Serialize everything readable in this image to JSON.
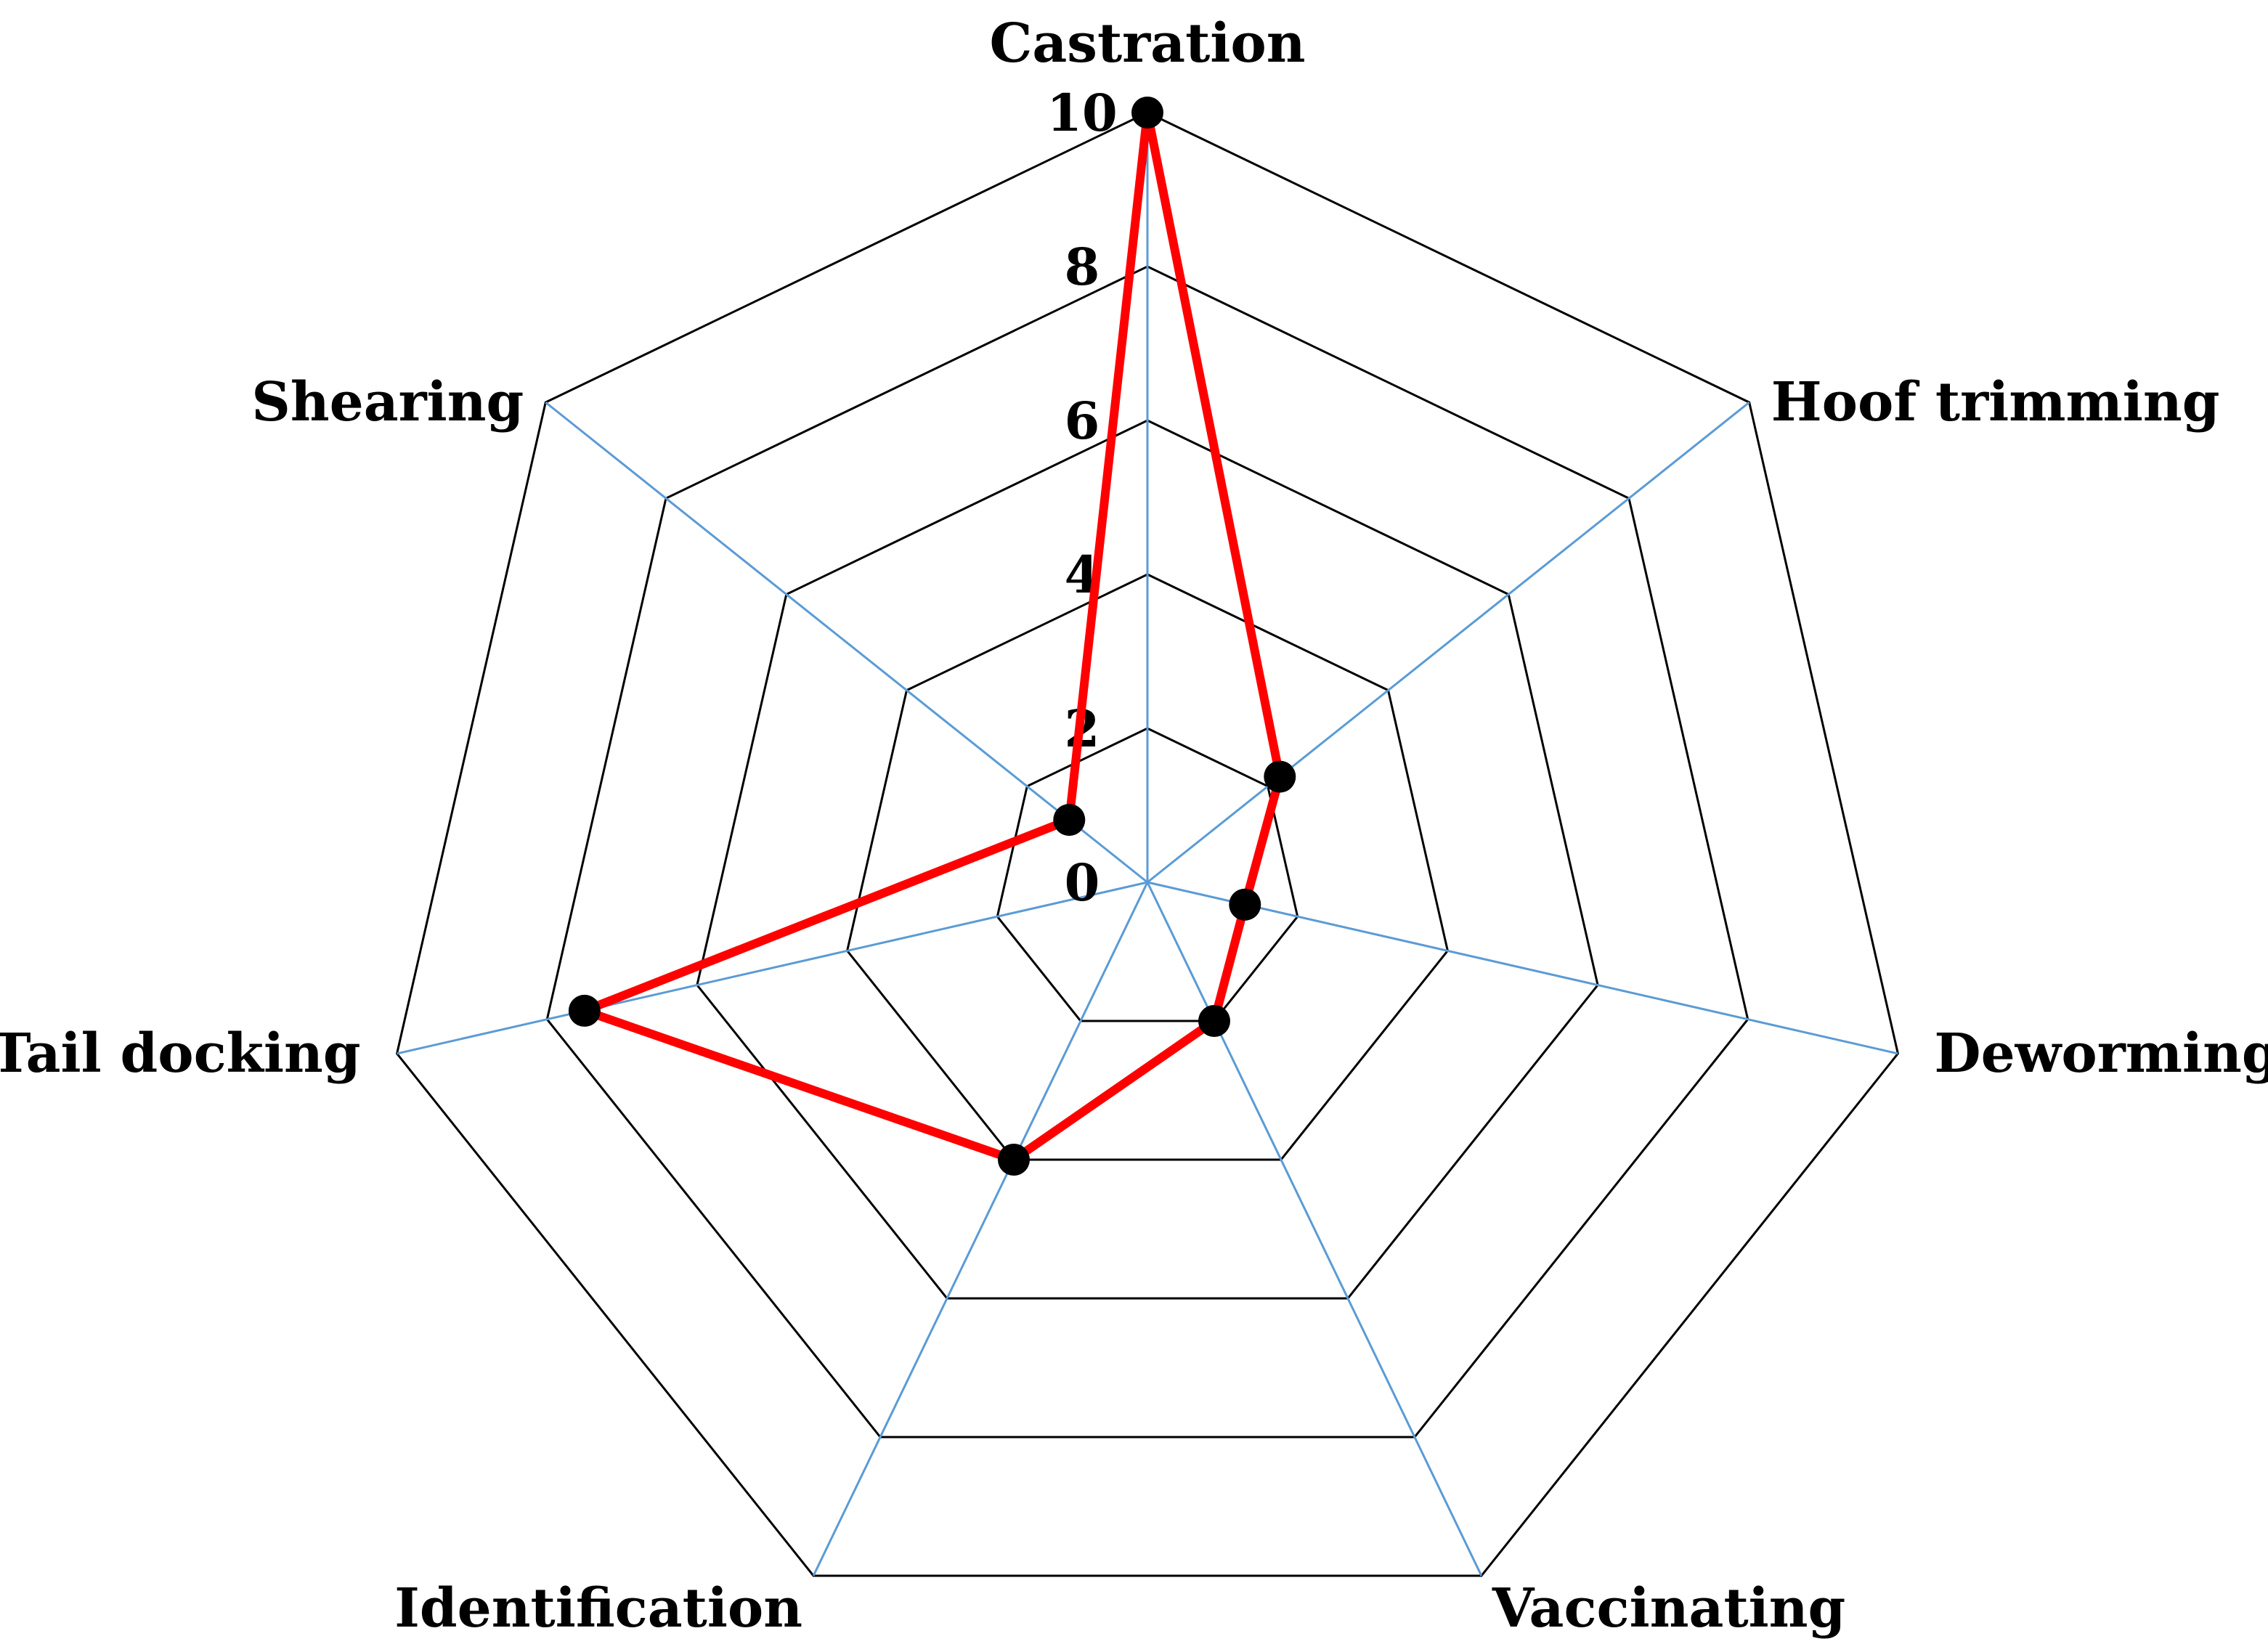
{
  "chart_data": {
    "type": "radar",
    "categories": [
      "Castration",
      "Hoof trimming",
      "Deworming",
      "Vaccinating",
      "Identification",
      "Tail docking",
      "Shearing"
    ],
    "series": [
      {
        "values": [
          10,
          2.2,
          1.3,
          2.0,
          4.0,
          7.5,
          1.3
        ],
        "color": "#ff0000"
      }
    ],
    "ticks": [
      "0",
      "2",
      "4",
      "6",
      "8",
      "10"
    ],
    "rlim": [
      0,
      10
    ],
    "grid": true,
    "ring_color": "#000000",
    "spoke_color": "#5b9bd5",
    "marker_color": "#000000"
  }
}
